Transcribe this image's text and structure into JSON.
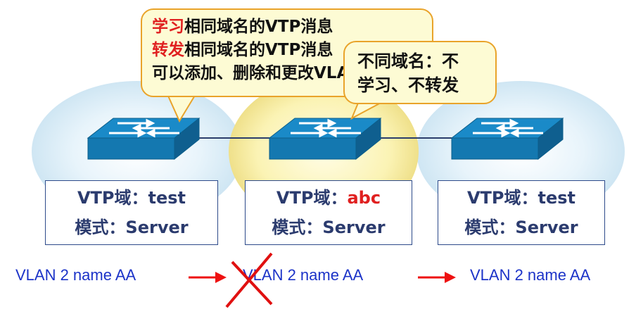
{
  "callouts": {
    "learn": {
      "line1_highlight": "学习",
      "line1_text": "相同域名的VTP消息",
      "line2_highlight": "转发",
      "line2_text": "相同域名的VTP消息",
      "line3_text": "可以添加、删除和更改VLAN"
    },
    "no_learn": {
      "line1": "不同域名：不",
      "line2": "学习、不转发"
    }
  },
  "switches": [
    {
      "vtp_label": "VTP域：",
      "vtp_value": "test",
      "mode_label": "模式：",
      "mode_value": "Server"
    },
    {
      "vtp_label": "VTP域：",
      "vtp_value": "abc",
      "mode_label": "模式：",
      "mode_value": "Server"
    },
    {
      "vtp_label": "VTP域：",
      "vtp_value": "test",
      "mode_label": "模式：",
      "mode_value": "Server"
    }
  ],
  "vlan_messages": [
    "VLAN 2 name AA",
    "VLAN 2 name AA",
    "VLAN 2 name AA"
  ],
  "colors": {
    "highlight_red": "#e02020",
    "domain_value_red": "#e02020",
    "box_text": "#2b3b6e",
    "vlan_text": "#1c33c8",
    "arrow_red": "#ee1111",
    "cross_red": "#e01010",
    "switch_blue": "#1a8ac8",
    "domain_yellow": "#fbf3b4",
    "domain_blue": "#dbeef8"
  },
  "icons": [
    "switch-icon",
    "arrow-right-icon",
    "cross-icon"
  ]
}
